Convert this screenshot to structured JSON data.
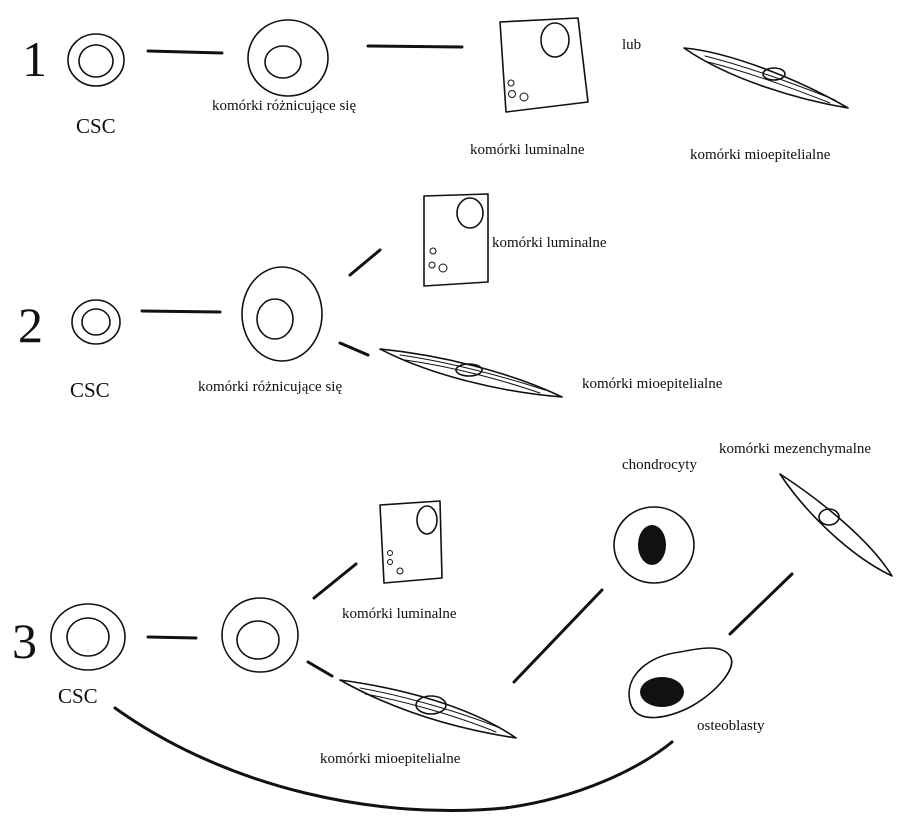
{
  "rows": {
    "r1": {
      "number": "1",
      "csc": "CSC",
      "differentiating": "komórki różnicujące się",
      "luminal": "komórki luminalne",
      "or": "lub",
      "myoepithelial": "komórki mioepitelialne"
    },
    "r2": {
      "number": "2",
      "csc": "CSC",
      "differentiating": "komórki różnicujące się",
      "luminal": "komórki luminalne",
      "myoepithelial": "komórki mioepitelialne"
    },
    "r3": {
      "number": "3",
      "csc": "CSC",
      "luminal": "komórki luminalne",
      "myoepithelial": "komórki mioepitelialne",
      "chondrocytes": "chondrocyty",
      "mesenchymal": "komórki mezenchymalne",
      "osteoblasts": "osteoblasty"
    }
  }
}
